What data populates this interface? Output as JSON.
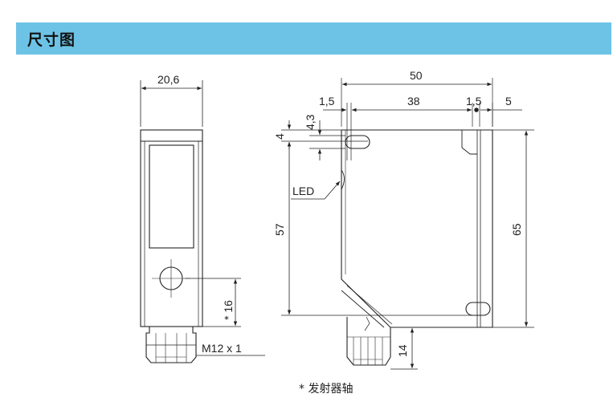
{
  "header": {
    "title": "尺寸图",
    "color": "#6dc3e6"
  },
  "front_view": {
    "width_label": "20,6",
    "axis_distance_label": "* 16",
    "thread_label": "M12 x 1"
  },
  "side_view": {
    "total_width_label": "50",
    "left_offset_label": "1,5",
    "hole_spacing_label": "38",
    "right_offset_label": "1,5",
    "right_margin_label": "5",
    "hole_vertical_label": "4,3",
    "hole_top_label": "4",
    "led_label": "LED",
    "hole_spacing_vertical_label": "57",
    "total_height_label": "65",
    "connector_length_label": "14"
  },
  "footnote": "* 发射器轴"
}
